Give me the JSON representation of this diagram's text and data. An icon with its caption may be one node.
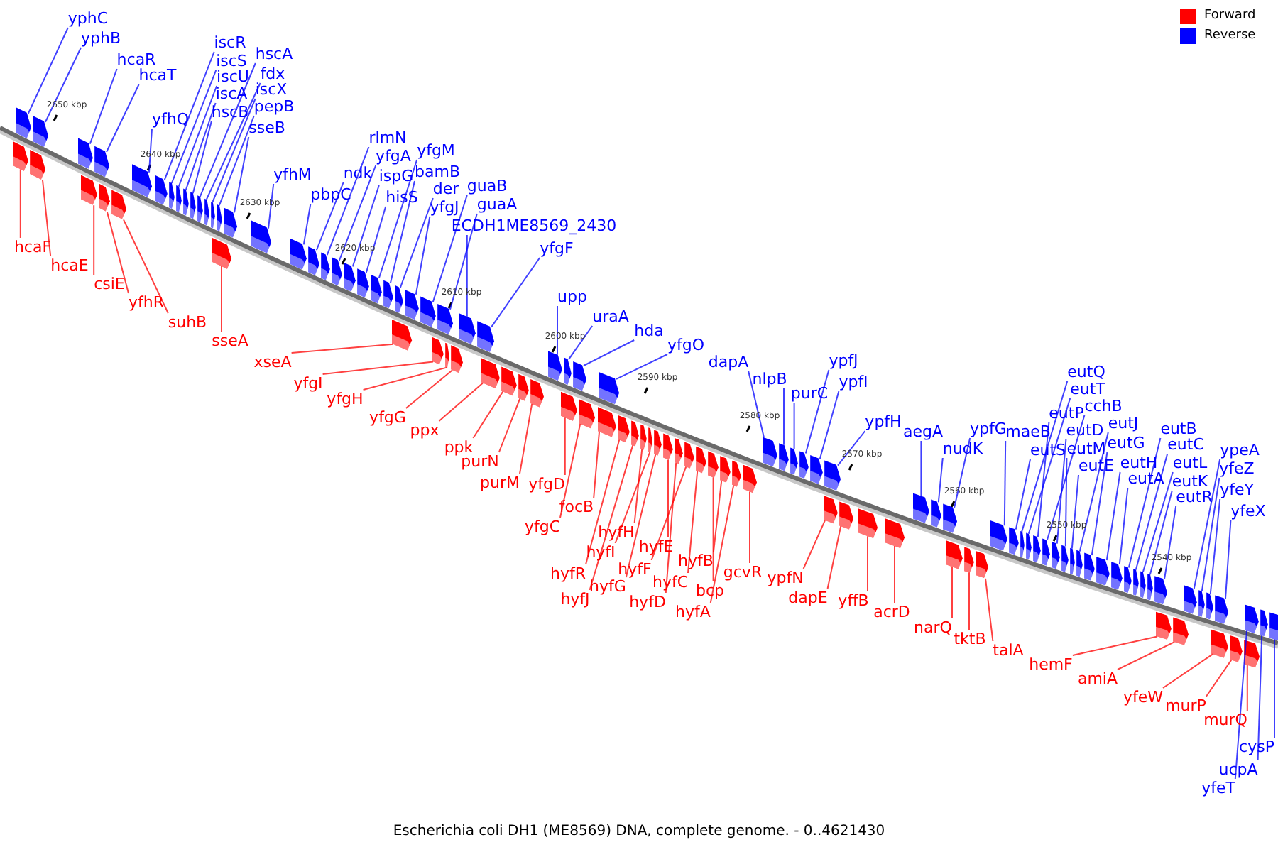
{
  "diagram": {
    "caption": "Escherichia coli DH1 (ME8569) DNA, complete genome. - 0..4621430",
    "nodes": [
      {
        "text": [
          "yphC"
        ]
      },
      {
        "text": [
          "yphB"
        ]
      },
      {
        "text": [
          "hcaR"
        ]
      },
      {
        "text": [
          "hcaT"
        ]
      },
      {
        "text": [
          "yfhQ"
        ]
      },
      {
        "text": [
          "iscR"
        ]
      },
      {
        "text": [
          "iscS"
        ]
      },
      {
        "text": [
          "iscU"
        ]
      },
      {
        "text": [
          "iscA"
        ]
      },
      {
        "text": [
          "hscB"
        ]
      },
      {
        "text": [
          "hscA"
        ]
      },
      {
        "text": [
          "fdx"
        ]
      },
      {
        "text": [
          "iscX"
        ]
      },
      {
        "text": [
          "pepB"
        ]
      },
      {
        "text": [
          "sseB"
        ]
      },
      {
        "text": [
          "yfhM"
        ]
      },
      {
        "text": [
          "pbpC"
        ]
      },
      {
        "text": [
          "ndk"
        ]
      },
      {
        "text": [
          "rlmN"
        ]
      },
      {
        "text": [
          "yfgA"
        ]
      },
      {
        "text": [
          "ispG"
        ]
      },
      {
        "text": [
          "hisS"
        ]
      },
      {
        "text": [
          "yfgM"
        ]
      },
      {
        "text": [
          "bamB"
        ]
      },
      {
        "text": [
          "der"
        ]
      },
      {
        "text": [
          "yfgJ"
        ]
      },
      {
        "text": [
          "guaB"
        ]
      },
      {
        "text": [
          "guaA"
        ]
      },
      {
        "text": [
          "ECDH1ME8569_2430"
        ]
      },
      {
        "text": [
          "yfgF"
        ]
      },
      {
        "text": [
          "upp"
        ]
      },
      {
        "text": [
          "uraA"
        ]
      },
      {
        "text": [
          "hda"
        ]
      },
      {
        "text": [
          "yfgO"
        ]
      },
      {
        "text": [
          "dapA"
        ]
      },
      {
        "text": [
          "nlpB"
        ]
      },
      {
        "text": [
          "purC"
        ]
      },
      {
        "text": [
          "ypfJ"
        ]
      },
      {
        "text": [
          "ypfI"
        ]
      },
      {
        "text": [
          "ypfH"
        ]
      },
      {
        "text": [
          "aegA"
        ]
      },
      {
        "text": [
          "nudK"
        ]
      },
      {
        "text": [
          "ypfG"
        ]
      },
      {
        "text": [
          "maeB"
        ]
      },
      {
        "text": [
          "eutS"
        ]
      },
      {
        "text": [
          "eutQ"
        ]
      },
      {
        "text": [
          "eutT"
        ]
      },
      {
        "text": [
          "eutP"
        ]
      },
      {
        "text": [
          "cchB"
        ]
      },
      {
        "text": [
          "eutD"
        ]
      },
      {
        "text": [
          "eutJ"
        ]
      },
      {
        "text": [
          "eutM"
        ]
      },
      {
        "text": [
          "eutG"
        ]
      },
      {
        "text": [
          "eutE"
        ]
      },
      {
        "text": [
          "eutH"
        ]
      },
      {
        "text": [
          "eutA"
        ]
      },
      {
        "text": [
          "eutB"
        ]
      },
      {
        "text": [
          "eutC"
        ]
      },
      {
        "text": [
          "eutL"
        ]
      },
      {
        "text": [
          "eutK"
        ]
      },
      {
        "text": [
          "eutR"
        ]
      },
      {
        "text": [
          "ypeA"
        ]
      },
      {
        "text": [
          "yfeZ"
        ]
      },
      {
        "text": [
          "yfeY"
        ]
      },
      {
        "text": [
          "yfeX"
        ]
      },
      {
        "text": [
          "cysP"
        ]
      },
      {
        "text": [
          "ucpA"
        ]
      },
      {
        "text": [
          "yfeT"
        ]
      },
      {
        "text": [
          "hcaF"
        ]
      },
      {
        "text": [
          "hcaE"
        ]
      },
      {
        "text": [
          "csiE"
        ]
      },
      {
        "text": [
          "yfhR"
        ]
      },
      {
        "text": [
          "suhB"
        ]
      },
      {
        "text": [
          "sseA"
        ]
      },
      {
        "text": [
          "xseA"
        ]
      },
      {
        "text": [
          "yfgI"
        ]
      },
      {
        "text": [
          "yfgH"
        ]
      },
      {
        "text": [
          "yfgG"
        ]
      },
      {
        "text": [
          "ppx"
        ]
      },
      {
        "text": [
          "ppk"
        ]
      },
      {
        "text": [
          "purN"
        ]
      },
      {
        "text": [
          "purM"
        ]
      },
      {
        "text": [
          "yfgD"
        ]
      },
      {
        "text": [
          "yfgC"
        ]
      },
      {
        "text": [
          "focB"
        ]
      },
      {
        "text": [
          "hyfH"
        ]
      },
      {
        "text": [
          "hyfI"
        ]
      },
      {
        "text": [
          "hyfE"
        ]
      },
      {
        "text": [
          "hyfR"
        ]
      },
      {
        "text": [
          "hyfF"
        ]
      },
      {
        "text": [
          "hyfB"
        ]
      },
      {
        "text": [
          "hyfJ"
        ]
      },
      {
        "text": [
          "hyfG"
        ]
      },
      {
        "text": [
          "hyfC"
        ]
      },
      {
        "text": [
          "gcvR"
        ]
      },
      {
        "text": [
          "bcp"
        ]
      },
      {
        "text": [
          "hyfD"
        ]
      },
      {
        "text": [
          "hyfA"
        ]
      },
      {
        "text": [
          "ypfN"
        ]
      },
      {
        "text": [
          "dapE"
        ]
      },
      {
        "text": [
          "yffB"
        ]
      },
      {
        "text": [
          "acrD"
        ]
      },
      {
        "text": [
          "narQ"
        ]
      },
      {
        "text": [
          "tktB"
        ]
      },
      {
        "text": [
          "talA"
        ]
      },
      {
        "text": [
          "hemF"
        ]
      },
      {
        "text": [
          "amiA"
        ]
      },
      {
        "text": [
          "yfeW"
        ]
      },
      {
        "text": [
          "murP"
        ]
      },
      {
        "text": [
          "murQ"
        ]
      },
      {
        "text": [],
        "shape": "bar"
      },
      {
        "text": [],
        "shape": "bar"
      },
      {
        "text": [],
        "shape": "bar"
      },
      {
        "text": [],
        "shape": "bar"
      },
      {
        "text": [],
        "shape": "bar"
      },
      {
        "text": [],
        "shape": "bar"
      },
      {
        "text": [],
        "shape": "bar"
      },
      {
        "text": [],
        "shape": "bar"
      },
      {
        "text": [],
        "shape": "bar"
      },
      {
        "text": [],
        "shape": "bar"
      },
      {
        "text": [],
        "shape": "bar"
      },
      {
        "text": [],
        "shape": "bar"
      },
      {
        "text": [],
        "shape": "bar"
      },
      {
        "text": [],
        "shape": "bar"
      },
      {
        "text": [],
        "shape": "bar"
      },
      {
        "text": [],
        "shape": "bar"
      },
      {
        "text": [],
        "shape": "bar"
      },
      {
        "text": [],
        "shape": "bar"
      },
      {
        "text": [],
        "shape": "bar"
      },
      {
        "text": [],
        "shape": "bar"
      },
      {
        "text": [],
        "shape": "bar"
      },
      {
        "text": [],
        "shape": "bar"
      },
      {
        "text": [],
        "shape": "bar"
      },
      {
        "text": [],
        "shape": "bar"
      },
      {
        "text": [],
        "shape": "bar"
      },
      {
        "text": [],
        "shape": "bar"
      },
      {
        "text": [],
        "shape": "bar"
      },
      {
        "text": [],
        "shape": "bar"
      },
      {
        "text": [],
        "shape": "bar"
      },
      {
        "text": [],
        "shape": "bar"
      },
      {
        "text": [],
        "shape": "bar"
      },
      {
        "text": [],
        "shape": "bar"
      },
      {
        "text": [],
        "shape": "bar"
      },
      {
        "text": [],
        "shape": "bar"
      },
      {
        "text": [],
        "shape": "bar"
      },
      {
        "text": [],
        "shape": "bar"
      },
      {
        "text": [],
        "shape": "bar"
      },
      {
        "text": [],
        "shape": "bar"
      },
      {
        "text": [],
        "shape": "bar"
      },
      {
        "text": [],
        "shape": "bar"
      },
      {
        "text": [],
        "shape": "bar"
      },
      {
        "text": [],
        "shape": "bar"
      },
      {
        "text": [],
        "shape": "bar"
      },
      {
        "text": [],
        "shape": "bar"
      },
      {
        "text": [],
        "shape": "bar"
      },
      {
        "text": [],
        "shape": "bar"
      },
      {
        "text": [],
        "shape": "bar"
      },
      {
        "text": [],
        "shape": "bar"
      },
      {
        "text": [],
        "shape": "bar"
      },
      {
        "text": [],
        "shape": "bar"
      },
      {
        "text": [],
        "shape": "bar"
      },
      {
        "text": [],
        "shape": "bar"
      },
      {
        "text": [],
        "shape": "bar"
      },
      {
        "text": [],
        "shape": "bar"
      },
      {
        "text": [],
        "shape": "bar"
      },
      {
        "text": [],
        "shape": "bar"
      },
      {
        "text": [],
        "shape": "bar"
      },
      {
        "text": [],
        "shape": "bar"
      },
      {
        "text": [],
        "shape": "bar"
      },
      {
        "text": [],
        "shape": "bar"
      },
      {
        "text": [],
        "shape": "bar"
      },
      {
        "text": [],
        "shape": "bar"
      },
      {
        "text": [],
        "shape": "bar"
      },
      {
        "text": [],
        "shape": "bar"
      },
      {
        "text": [],
        "shape": "bar"
      },
      {
        "text": [],
        "shape": "bar"
      },
      {
        "text": [],
        "shape": "bar"
      },
      {
        "text": [],
        "shape": "bar"
      },
      {
        "text": [],
        "shape": "bar"
      },
      {
        "text": [],
        "shape": "bar"
      },
      {
        "text": [],
        "shape": "bar"
      },
      {
        "text": [],
        "shape": "bar"
      },
      {
        "text": [],
        "shape": "bar"
      },
      {
        "text": [],
        "shape": "bar"
      },
      {
        "text": [],
        "shape": "bar"
      },
      {
        "text": [],
        "shape": "bar"
      },
      {
        "text": [],
        "shape": "bar"
      },
      {
        "text": [],
        "shape": "bar"
      },
      {
        "text": [],
        "shape": "bar"
      },
      {
        "text": [],
        "shape": "bar"
      },
      {
        "text": [],
        "shape": "bar"
      },
      {
        "text": [],
        "shape": "bar"
      },
      {
        "text": [],
        "shape": "bar"
      },
      {
        "text": [],
        "shape": "bar"
      },
      {
        "text": [],
        "shape": "bar"
      },
      {
        "text": [],
        "shape": "bar"
      },
      {
        "text": [],
        "shape": "bar"
      },
      {
        "text": [],
        "shape": "bar"
      },
      {
        "text": [],
        "shape": "bar"
      },
      {
        "text": [],
        "shape": "bar"
      },
      {
        "text": [],
        "shape": "bar"
      },
      {
        "text": [],
        "shape": "bar"
      },
      {
        "text": [],
        "shape": "bar"
      },
      {
        "text": [],
        "shape": "bar"
      },
      {
        "text": [],
        "shape": "bar"
      },
      {
        "text": [],
        "shape": "bar"
      },
      {
        "text": [],
        "shape": "bar"
      },
      {
        "text": [],
        "shape": "bar"
      },
      {
        "text": [],
        "shape": "bar"
      },
      {
        "text": [],
        "shape": "bar"
      },
      {
        "text": [],
        "shape": "bar"
      },
      {
        "text": [],
        "shape": "bar"
      },
      {
        "text": [],
        "shape": "bar"
      },
      {
        "text": [],
        "shape": "bar"
      },
      {
        "text": [],
        "shape": "bar"
      },
      {
        "text": [],
        "shape": "bar"
      },
      {
        "text": [],
        "shape": "bar"
      },
      {
        "text": [],
        "shape": "bar"
      },
      {
        "text": [],
        "shape": "bar"
      },
      {
        "text": [],
        "shape": "bar"
      }
    ],
    "edges": [
      {
        "from": 0,
        "to": 110,
        "arrow": "none"
      },
      {
        "from": 1,
        "to": 111,
        "arrow": "none"
      },
      {
        "from": 2,
        "to": 112,
        "arrow": "none"
      },
      {
        "from": 3,
        "to": 113,
        "arrow": "none"
      },
      {
        "from": 4,
        "to": 114,
        "arrow": "none"
      },
      {
        "from": 5,
        "to": 115,
        "arrow": "none"
      },
      {
        "from": 6,
        "to": 116,
        "arrow": "none"
      },
      {
        "from": 7,
        "to": 117,
        "arrow": "none"
      },
      {
        "from": 8,
        "to": 118,
        "arrow": "none"
      },
      {
        "from": 9,
        "to": 119,
        "arrow": "none"
      },
      {
        "from": 10,
        "to": 120,
        "arrow": "none"
      },
      {
        "from": 11,
        "to": 121,
        "arrow": "none"
      },
      {
        "from": 12,
        "to": 122,
        "arrow": "none"
      },
      {
        "from": 13,
        "to": 123,
        "arrow": "none"
      },
      {
        "from": 14,
        "to": 124,
        "arrow": "none"
      },
      {
        "from": 15,
        "to": 125,
        "arrow": "none"
      },
      {
        "from": 16,
        "to": 126,
        "arrow": "none"
      },
      {
        "from": 17,
        "to": 127,
        "arrow": "none"
      },
      {
        "from": 18,
        "to": 128,
        "arrow": "none"
      },
      {
        "from": 19,
        "to": 129,
        "arrow": "none"
      },
      {
        "from": 20,
        "to": 130,
        "arrow": "none"
      },
      {
        "from": 21,
        "to": 131,
        "arrow": "none"
      },
      {
        "from": 22,
        "to": 132,
        "arrow": "none"
      },
      {
        "from": 23,
        "to": 133,
        "arrow": "none"
      },
      {
        "from": 24,
        "to": 134,
        "arrow": "none"
      },
      {
        "from": 25,
        "to": 135,
        "arrow": "none"
      },
      {
        "from": 26,
        "to": 136,
        "arrow": "none"
      },
      {
        "from": 27,
        "to": 137,
        "arrow": "none"
      },
      {
        "from": 28,
        "to": 138,
        "arrow": "none"
      },
      {
        "from": 29,
        "to": 139,
        "arrow": "none"
      },
      {
        "from": 30,
        "to": 140,
        "arrow": "none"
      },
      {
        "from": 31,
        "to": 141,
        "arrow": "none"
      },
      {
        "from": 32,
        "to": 142,
        "arrow": "none"
      },
      {
        "from": 33,
        "to": 143,
        "arrow": "none"
      },
      {
        "from": 34,
        "to": 144,
        "arrow": "none"
      },
      {
        "from": 35,
        "to": 145,
        "arrow": "none"
      },
      {
        "from": 36,
        "to": 146,
        "arrow": "none"
      },
      {
        "from": 37,
        "to": 147,
        "arrow": "none"
      },
      {
        "from": 38,
        "to": 148,
        "arrow": "none"
      },
      {
        "from": 39,
        "to": 149,
        "arrow": "none"
      },
      {
        "from": 40,
        "to": 150,
        "arrow": "none"
      },
      {
        "from": 41,
        "to": 151,
        "arrow": "none"
      },
      {
        "from": 42,
        "to": 152,
        "arrow": "none"
      },
      {
        "from": 43,
        "to": 153,
        "arrow": "none"
      },
      {
        "from": 44,
        "to": 154,
        "arrow": "none"
      },
      {
        "from": 45,
        "to": 155,
        "arrow": "none"
      },
      {
        "from": 46,
        "to": 156,
        "arrow": "none"
      },
      {
        "from": 47,
        "to": 157,
        "arrow": "none"
      },
      {
        "from": 48,
        "to": 158,
        "arrow": "none"
      },
      {
        "from": 49,
        "to": 159,
        "arrow": "none"
      },
      {
        "from": 50,
        "to": 160,
        "arrow": "none"
      },
      {
        "from": 51,
        "to": 161,
        "arrow": "none"
      },
      {
        "from": 52,
        "to": 162,
        "arrow": "none"
      },
      {
        "from": 53,
        "to": 163,
        "arrow": "none"
      },
      {
        "from": 54,
        "to": 164,
        "arrow": "none"
      },
      {
        "from": 55,
        "to": 165,
        "arrow": "none"
      },
      {
        "from": 56,
        "to": 166,
        "arrow": "none"
      },
      {
        "from": 57,
        "to": 167,
        "arrow": "none"
      },
      {
        "from": 58,
        "to": 168,
        "arrow": "none"
      },
      {
        "from": 59,
        "to": 169,
        "arrow": "none"
      },
      {
        "from": 60,
        "to": 170,
        "arrow": "none"
      },
      {
        "from": 61,
        "to": 171,
        "arrow": "none"
      },
      {
        "from": 62,
        "to": 172,
        "arrow": "none"
      },
      {
        "from": 63,
        "to": 173,
        "arrow": "none"
      },
      {
        "from": 64,
        "to": 174,
        "arrow": "none"
      },
      {
        "from": 65,
        "to": 175,
        "arrow": "none"
      },
      {
        "from": 66,
        "to": 176,
        "arrow": "none"
      },
      {
        "from": 67,
        "to": 177,
        "arrow": "none"
      },
      {
        "from": 68,
        "to": 178,
        "arrow": "none",
        "color": "#ff0000"
      },
      {
        "from": 69,
        "to": 179,
        "arrow": "none",
        "color": "#ff0000"
      },
      {
        "from": 70,
        "to": 180,
        "arrow": "none",
        "color": "#ff0000"
      },
      {
        "from": 71,
        "to": 181,
        "arrow": "none",
        "color": "#ff0000"
      },
      {
        "from": 72,
        "to": 182,
        "arrow": "none",
        "color": "#ff0000"
      },
      {
        "from": 73,
        "to": 183,
        "arrow": "none",
        "color": "#ff0000"
      },
      {
        "from": 74,
        "to": 184,
        "arrow": "none",
        "color": "#ff0000"
      },
      {
        "from": 75,
        "to": 185,
        "arrow": "none",
        "color": "#ff0000"
      },
      {
        "from": 76,
        "to": 186,
        "arrow": "none",
        "color": "#ff0000"
      },
      {
        "from": 77,
        "to": 187,
        "arrow": "none",
        "color": "#ff0000"
      },
      {
        "from": 78,
        "to": 188,
        "arrow": "none",
        "color": "#ff0000"
      },
      {
        "from": 79,
        "to": 189,
        "arrow": "none",
        "color": "#ff0000"
      },
      {
        "from": 80,
        "to": 190,
        "arrow": "none",
        "color": "#ff0000"
      },
      {
        "from": 81,
        "to": 191,
        "arrow": "none",
        "color": "#ff0000"
      },
      {
        "from": 82,
        "to": 192,
        "arrow": "none",
        "color": "#ff0000"
      },
      {
        "from": 83,
        "to": 193,
        "arrow": "none",
        "color": "#ff0000"
      },
      {
        "from": 84,
        "to": 194,
        "arrow": "none",
        "color": "#ff0000"
      },
      {
        "from": 85,
        "to": 195,
        "arrow": "none",
        "color": "#ff0000"
      },
      {
        "from": 86,
        "to": 196,
        "arrow": "none",
        "color": "#ff0000"
      },
      {
        "from": 87,
        "to": 197,
        "arrow": "none",
        "color": "#ff0000"
      },
      {
        "from": 88,
        "to": 198,
        "arrow": "none",
        "color": "#ff0000"
      },
      {
        "from": 89,
        "to": 199,
        "arrow": "none",
        "color": "#ff0000"
      },
      {
        "from": 90,
        "to": 200,
        "arrow": "none",
        "color": "#ff0000"
      },
      {
        "from": 91,
        "to": 201,
        "arrow": "none",
        "color": "#ff0000"
      },
      {
        "from": 92,
        "to": 202,
        "arrow": "none",
        "color": "#ff0000"
      },
      {
        "from": 93,
        "to": 203,
        "arrow": "none",
        "color": "#ff0000"
      },
      {
        "from": 94,
        "to": 204,
        "arrow": "none",
        "color": "#ff0000"
      },
      {
        "from": 95,
        "to": 205,
        "arrow": "none",
        "color": "#ff0000"
      },
      {
        "from": 96,
        "to": 206,
        "arrow": "none",
        "color": "#ff0000"
      },
      {
        "from": 97,
        "to": 207,
        "arrow": "none",
        "color": "#ff0000"
      },
      {
        "from": 98,
        "to": 208,
        "arrow": "none",
        "color": "#ff0000"
      },
      {
        "from": 99,
        "to": 209,
        "arrow": "none",
        "color": "#ff0000"
      },
      {
        "from": 100,
        "to": 210,
        "arrow": "none",
        "color": "#ff0000"
      },
      {
        "from": 101,
        "to": 211,
        "arrow": "none",
        "color": "#ff0000"
      },
      {
        "from": 102,
        "to": 212,
        "arrow": "none",
        "color": "#ff0000"
      },
      {
        "from": 103,
        "to": 213,
        "arrow": "none",
        "color": "#ff0000"
      },
      {
        "from": 104,
        "to": 214,
        "arrow": "none",
        "color": "#ff0000"
      },
      {
        "from": 105,
        "to": 215,
        "arrow": "none",
        "color": "#ff0000"
      },
      {
        "from": 106,
        "to": 216,
        "arrow": "none",
        "color": "#ff0000"
      },
      {
        "from": 107,
        "to": 217,
        "arrow": "none",
        "color": "#ff0000"
      },
      {
        "from": 108,
        "to": 218,
        "arrow": "none",
        "color": "#ff0000"
      },
      {
        "from": 109,
        "to": 219,
        "arrow": "none",
        "color": "#ff0000"
      }
    ],
    "labels": [
      "2650 kbp",
      "2640 kbp",
      "2630 kbp",
      "2620 kbp",
      "2610 kbp",
      "2600 kbp",
      "2590 kbp",
      "2580 kbp",
      "2570 kbp",
      "2560 kbp",
      "2550 kbp",
      "2540 kbp"
    ],
    "legend": [
      {
        "text": "Forward",
        "color": "#ff0000"
      },
      {
        "text": "Reverse",
        "color": "#0000ff"
      }
    ]
  }
}
